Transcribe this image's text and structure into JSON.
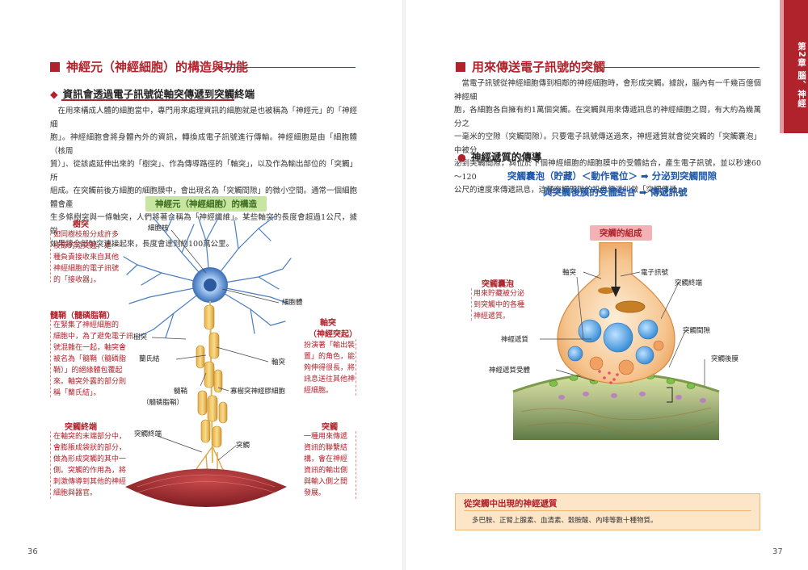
{
  "left": {
    "section_title": "神經元（神經細胞）的構造與功能",
    "subheading": "資訊會透過電子訊號從軸突傳遞到突觸終端",
    "body_lines": [
      "在用來構成人體的細胞當中，專門用來處理資訊的細胞就是也被稱為「神經元」的「神經細",
      "胞」。神經細胞會將身體內外的資訊，轉換成電子訊號進行傳輸。神經細胞是由「細胞體（核周",
      "質）」、從該處延伸出來的「樹突」、作為傳導路徑的「軸突」，以及作為輸出部位的「突觸」所",
      "組成。在突觸前後方細胞的細胞膜中，會出現名為「突觸間隙」的微小空間。通常一個細胞體會產",
      "生多條樹突與一條軸突，人們將著合稱為「神經纖維」。某些軸突的長度會超過1公尺，據說，",
      "如果將全部軸突連接起來，長度會達到約100萬公里。"
    ],
    "figure_title": "神經元（神經細胞）的構造",
    "annotations": {
      "dendrite": {
        "title": "樹突",
        "lines": [
          "如同樹枝般分成許多",
          "枝節的短突起，是一",
          "種負責接收來自其他",
          "神經細胞的電子訊號",
          "的「接收器」。"
        ]
      },
      "myelin": {
        "title": "髓鞘（髓磷脂鞘）",
        "lines": [
          "在緊集了神經細胞的",
          "細胞中，為了避免電子訊",
          "號混雜在一起，軸突會",
          "被名為「髓鞘（髓磷脂",
          "鞘）」的絕緣體包覆起",
          "來。軸突外露的部分則",
          "稱「蘭氏結」。"
        ]
      },
      "terminal": {
        "title": "突觸終端",
        "lines": [
          "在軸突的末端部分中，",
          "會膨脹成袋狀的部分，",
          "做為形成突觸的其中一",
          "側。突觸的作用為，將",
          "刺激傳導到其他的神經",
          "細胞與器官。"
        ]
      },
      "axon": {
        "title": "軸突",
        "subtitle": "（神經突起）",
        "lines": [
          "扮演著「輸出裝",
          "置」的角色，能",
          "夠伸得很長，將",
          "訊息送往其他神",
          "經細胞。"
        ]
      },
      "synapse": {
        "title": "突觸",
        "lines": [
          "一種用來傳遞",
          "資訊的聯繫結",
          "構，會在神經",
          "資訊的輸出側",
          "與輸入側之間",
          "發展。"
        ]
      }
    },
    "labels": {
      "cell_nucleus": "細胞核",
      "cell_body": "細胞體",
      "dendrite": "樹突",
      "node": "蘭氏結",
      "axon": "軸突",
      "myelin_1": "髓鞘",
      "myelin_2": "（髓磷脂鞘）",
      "schwann": "寡樹突神經膠細胞",
      "terminal": "突觸終端",
      "synapse": "突觸"
    },
    "page_number": "36"
  },
  "right": {
    "chapter_tab": "第2章 腦、神經",
    "section_title": "用來傳送電子訊號的突觸",
    "body_lines": [
      "當電子訊號從神經細胞傳到相鄰的神經細胞時，會形成突觸。據說，腦內有一千幾百億個神經細",
      "胞，各細胞各自擁有約1萬個突觸。在突觸與用來傳遞訊息的神經細胞之間，有大約為幾萬分之",
      "一毫米的空隙（突觸間隙）。只要電子訊號傳送過來，神經遞質就會從突觸的「突觸囊泡」中被分",
      "泌到突觸間隙，與位於下個神經細胞的細胞膜中的受體結合，產生電子訊號，並以秒速60～120",
      "公尺的速度來傳遞訊息，這種突觸間隙的訊息傳遞叫做「突觸傳遞」。"
    ],
    "subheading": "神經遞質的傳導",
    "flow": {
      "line1": [
        "突觸囊泡（貯藏）＜動作電位＞",
        "分泌到突觸間隙"
      ],
      "line2": [
        "與突觸後膜的受體結合",
        "傳遞訊號"
      ]
    },
    "figure_title": "突觸的組成",
    "labels": {
      "axon": "軸突",
      "signal": "電子訊號",
      "terminal": "突觸終端",
      "vesicle_title": "突觸囊泡",
      "vesicle_lines": [
        "用來貯藏被分泌",
        "到突觸中的各種",
        "神經遞質。"
      ],
      "neurotransmitter": "神經遞質",
      "receptor": "神經遞質受體",
      "cleft": "突觸間隙",
      "postsynaptic": "突觸後膜"
    },
    "note": {
      "title": "從突觸中出現的神經遞質",
      "text": "多巴胺、正腎上腺素、血清素、穀胺酸、內啡等數十種物質。"
    },
    "page_number": "37"
  },
  "colors": {
    "accent_red": "#b0232c",
    "flow_blue": "#1e57a8",
    "figure_green": "#c8e6a2",
    "note_orange": "#fde5c8"
  }
}
